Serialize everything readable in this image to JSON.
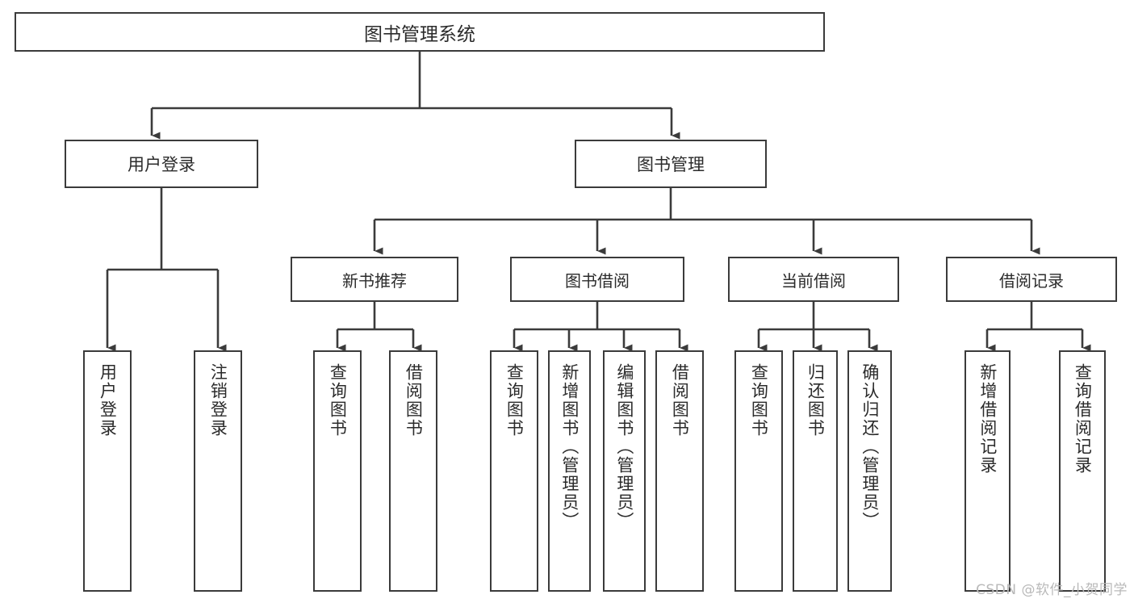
{
  "diagram": {
    "type": "tree-hierarchy-chart",
    "title": "图书管理系统",
    "root": {
      "id": "root",
      "label": "图书管理系统"
    },
    "tier2": [
      {
        "id": "user-login",
        "label": "用户登录"
      },
      {
        "id": "book-manage",
        "label": "图书管理"
      }
    ],
    "tier3": [
      {
        "id": "new-book-recommend",
        "label": "新书推荐",
        "parent": "book-manage"
      },
      {
        "id": "book-borrow",
        "label": "图书借阅",
        "parent": "book-manage"
      },
      {
        "id": "current-borrow",
        "label": "当前借阅",
        "parent": "book-manage"
      },
      {
        "id": "borrow-record",
        "label": "借阅记录",
        "parent": "book-manage"
      }
    ],
    "leaves": [
      {
        "id": "leaf-user-login",
        "label": "用户登录",
        "parent": "user-login"
      },
      {
        "id": "leaf-logout-login",
        "label": "注销登录",
        "parent": "user-login"
      },
      {
        "id": "leaf-query-book-1",
        "label": "查询图书",
        "parent": "new-book-recommend"
      },
      {
        "id": "leaf-borrow-book-1",
        "label": "借阅图书",
        "parent": "new-book-recommend"
      },
      {
        "id": "leaf-query-book-2",
        "label": "查询图书",
        "parent": "book-borrow"
      },
      {
        "id": "leaf-add-book",
        "label": "新增图书（管理员）",
        "parent": "book-borrow"
      },
      {
        "id": "leaf-edit-book",
        "label": "编辑图书（管理员）",
        "parent": "book-borrow"
      },
      {
        "id": "leaf-borrow-book-2",
        "label": "借阅图书",
        "parent": "book-borrow"
      },
      {
        "id": "leaf-query-book-3",
        "label": "查询图书",
        "parent": "current-borrow"
      },
      {
        "id": "leaf-return-book",
        "label": "归还图书",
        "parent": "current-borrow"
      },
      {
        "id": "leaf-confirm-return",
        "label": "确认归还（管理员）",
        "parent": "current-borrow"
      },
      {
        "id": "leaf-add-record",
        "label": "新增借阅记录",
        "parent": "borrow-record"
      },
      {
        "id": "leaf-query-record",
        "label": "查询借阅记录",
        "parent": "borrow-record"
      }
    ],
    "colors": {
      "box_border": "#3b3b3b",
      "box_fill": "#ffffff",
      "connector": "#3b3b3b",
      "text": "#2b2b2b",
      "watermark": "#b9b9b9",
      "background": "#ffffff"
    }
  },
  "watermark": {
    "text": "CSDN @软件_小贺同学"
  }
}
